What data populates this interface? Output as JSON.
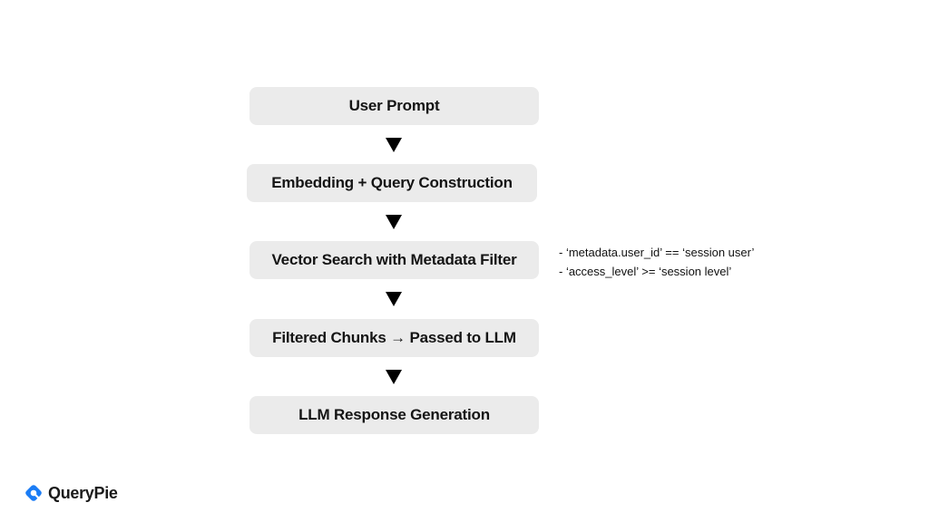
{
  "steps": [
    {
      "label": "User Prompt"
    },
    {
      "label": "Embedding + Query Construction"
    },
    {
      "label": "Vector Search with Metadata Filter"
    },
    {
      "label": "Filtered Chunks → Passed to LLM"
    },
    {
      "label": "LLM Response Generation"
    }
  ],
  "filter_notes": [
    "- ‘metadata.user_id’ == ‘session user’",
    "- ‘access_level’ >= ‘session level’"
  ],
  "brand": {
    "name": "QueryPie",
    "color": "#1a7cf5",
    "logo_icon": "querypie-logo-icon"
  },
  "colors": {
    "box_fill": "#ebebeb",
    "arrow": "#000000"
  }
}
